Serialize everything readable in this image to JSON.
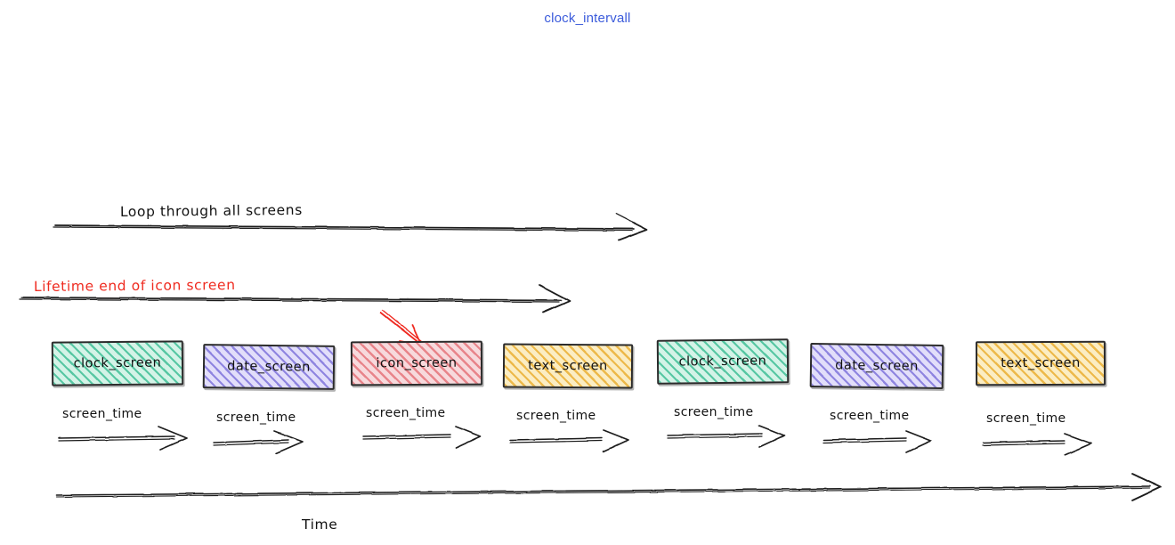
{
  "title": "clock_intervall",
  "colors": {
    "title": "#3b5bdb",
    "ink": "#111111",
    "accent_red": "#ef2b20",
    "clock_screen": "#57c7a3",
    "date_screen": "#8f85e0",
    "icon_screen": "#e8848a",
    "text_screen": "#edb94a"
  },
  "annotations": {
    "loop": "Loop through all screens",
    "lifetime": "Lifetime end of icon screen",
    "time_axis": "Time"
  },
  "screens": [
    {
      "label": "clock_screen",
      "color_key": "clock_screen",
      "duration_label": "screen_time"
    },
    {
      "label": "date_screen",
      "color_key": "date_screen",
      "duration_label": "screen_time"
    },
    {
      "label": "icon_screen",
      "color_key": "icon_screen",
      "duration_label": "screen_time"
    },
    {
      "label": "text_screen",
      "color_key": "text_screen",
      "duration_label": "screen_time"
    },
    {
      "label": "clock_screen",
      "color_key": "clock_screen",
      "duration_label": "screen_time"
    },
    {
      "label": "date_screen",
      "color_key": "date_screen",
      "duration_label": "screen_time"
    },
    {
      "label": "text_screen",
      "color_key": "text_screen",
      "duration_label": "screen_time"
    }
  ],
  "chart_data": {
    "type": "timeline",
    "title": "clock_intervall",
    "xlabel": "Time",
    "sequence": [
      "clock_screen",
      "date_screen",
      "icon_screen",
      "text_screen",
      "clock_screen",
      "date_screen",
      "text_screen"
    ],
    "segment_label": "screen_time",
    "spans": [
      {
        "name": "Loop through all screens",
        "from_index": 0,
        "to_index": 3,
        "color": "#111111"
      },
      {
        "name": "Lifetime end of icon screen",
        "from_index": 0,
        "to_index": 2,
        "color": "#ef2b20"
      }
    ],
    "callout": {
      "text": "Lifetime end of icon screen",
      "points_at": "icon_screen"
    }
  }
}
